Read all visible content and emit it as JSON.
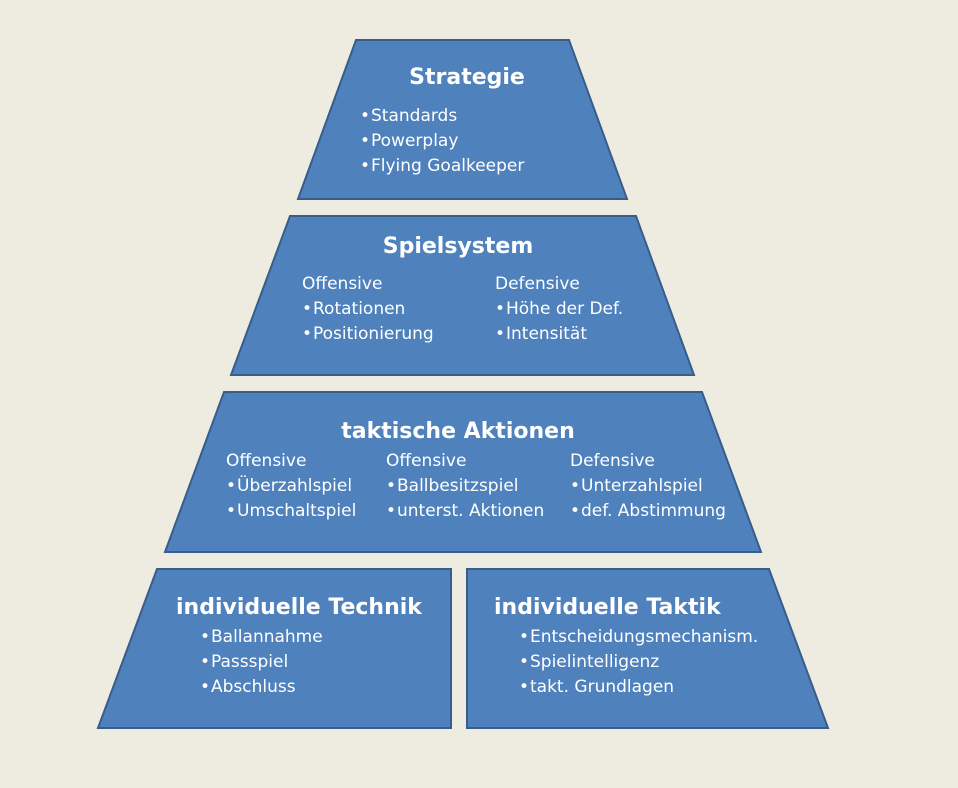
{
  "levels": {
    "strategie": {
      "title": "Strategie",
      "items": [
        "Standards",
        "Powerplay",
        "Flying Goalkeeper"
      ]
    },
    "spielsystem": {
      "title": "Spielsystem",
      "columns": [
        {
          "heading": "Offensive",
          "items": [
            "Rotationen",
            "Positionierung"
          ]
        },
        {
          "heading": "Defensive",
          "items": [
            "Höhe der Def.",
            "Intensität"
          ]
        }
      ]
    },
    "taktische_aktionen": {
      "title": "taktische Aktionen",
      "columns": [
        {
          "heading": "Offensive",
          "items": [
            "Überzahlspiel",
            "Umschaltspiel"
          ]
        },
        {
          "heading": "Offensive",
          "items": [
            "Ballbesitzspiel",
            "unterst. Aktionen"
          ]
        },
        {
          "heading": "Defensive",
          "items": [
            "Unterzahlspiel",
            "def. Abstimmung"
          ]
        }
      ]
    },
    "individuelle_technik": {
      "title": "individuelle Technik",
      "items": [
        "Ballannahme",
        "Passspiel",
        "Abschluss"
      ]
    },
    "individuelle_taktik": {
      "title": "individuelle Taktik",
      "items": [
        "Entscheidungsmechanism.",
        "Spielintelligenz",
        "takt. Grundlagen"
      ]
    }
  },
  "colors": {
    "background": "#eeece1",
    "shape_fill": "#4f81bd",
    "shape_stroke": "#385d8a",
    "text": "#ffffff"
  }
}
